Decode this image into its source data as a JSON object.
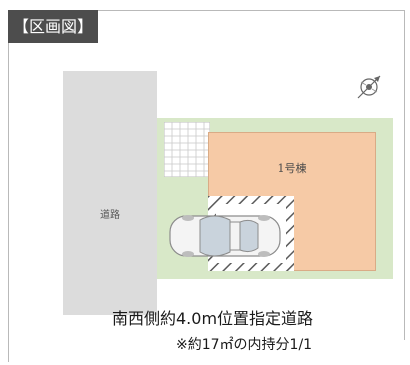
{
  "header": {
    "label": "【区画図】"
  },
  "plan": {
    "road_label": "道路",
    "house_label": "1号棟",
    "road_note": "南西側約4.0m位置指定道路",
    "share_note": "※約17㎡の内持分1/1"
  },
  "colors": {
    "header_bg": "#4d4d4d",
    "road": "#dcdcdc",
    "lot": "#d8e8c8",
    "house": "#f6caa6",
    "parking_hatch": "#5a5a5a"
  },
  "icons": {
    "compass": "north-arrow-icon",
    "car": "car-icon",
    "stairs": "stairs-icon"
  }
}
